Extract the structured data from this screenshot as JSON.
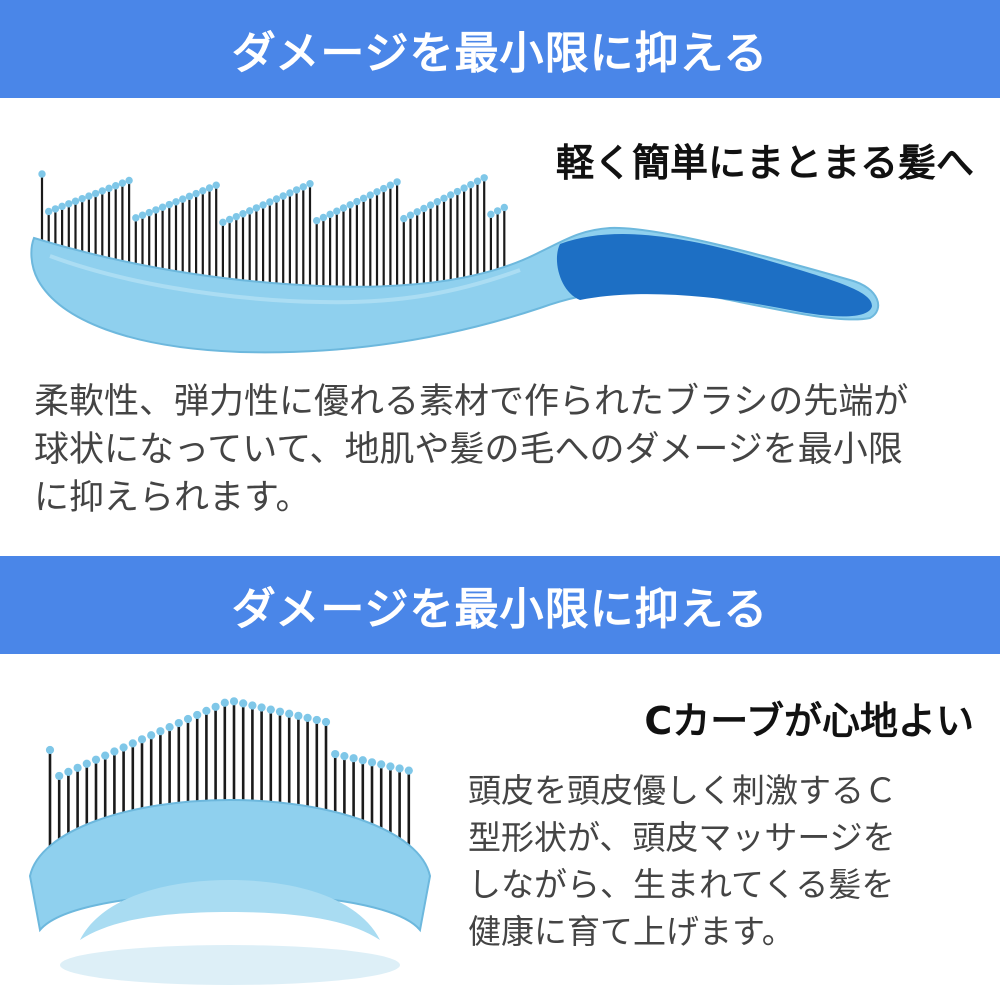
{
  "colors": {
    "banner": "#4a86e8",
    "banner_text": "#ffffff",
    "brush_light": "#8fd0ee",
    "brush_dark": "#1d6fc4",
    "bristle": "#1a1a1a",
    "bristle_tip": "#7fc7e8"
  },
  "section1": {
    "banner_title": "ダメージを最小限に抑える",
    "subheading": "軽く簡単にまとまる髪へ",
    "body_lines": [
      "柔軟性、弾力性に優れる素材で作られたブラシの先端が",
      "球状になっていて、地肌や髪の毛へのダメージを最小限",
      "に抑えられます。"
    ],
    "image_icon": "curved-hair-brush-side-view"
  },
  "section2": {
    "banner_title": "ダメージを最小限に抑える",
    "subheading": "Cカーブが心地よい",
    "body_lines": [
      "頭皮を頭皮優しく刺激するＣ",
      "型形状が、頭皮マッサージを",
      "しながら、生まれてくる髪を",
      "健康に育て上げます。"
    ],
    "image_icon": "curved-hair-brush-front-view"
  }
}
